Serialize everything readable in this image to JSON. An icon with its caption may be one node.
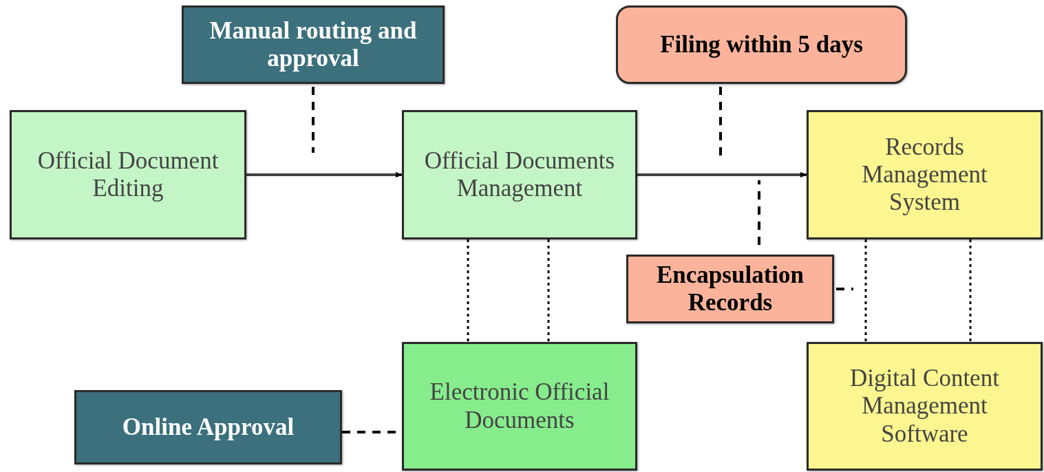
{
  "diagram": {
    "nodes": [
      {
        "text": [
          "Manual routing and approval"
        ]
      },
      {
        "text": [
          "Filing within 5 days"
        ]
      },
      {
        "text": [
          "Official Document Editing"
        ]
      },
      {
        "text": [
          "Official Documents Management"
        ]
      },
      {
        "text": [
          "Records Management System"
        ]
      },
      {
        "text": [
          "Encapsulation Records"
        ]
      },
      {
        "text": [
          "Electronic Official Documents"
        ]
      },
      {
        "text": [
          "Online Approval"
        ]
      },
      {
        "text": [
          "Digital Content Management Software"
        ]
      }
    ],
    "edges": [
      {
        "from": 2,
        "to": 3,
        "arrow": "to"
      },
      {
        "from": 3,
        "to": 4,
        "arrow": "to"
      },
      {
        "from": 0,
        "to": null,
        "arrow": "none",
        "style": "dashed"
      },
      {
        "from": 1,
        "to": null,
        "arrow": "none",
        "style": "dashed"
      },
      {
        "from": 5,
        "to": null,
        "arrow": "none",
        "style": "dashed"
      },
      {
        "from": 5,
        "to": null,
        "arrow": "none",
        "style": "dashed"
      },
      {
        "from": 3,
        "to": 6,
        "arrow": "none",
        "style": "dashed"
      },
      {
        "from": 3,
        "to": 6,
        "arrow": "none",
        "style": "dashed"
      },
      {
        "from": 4,
        "to": 8,
        "arrow": "none",
        "style": "dashed"
      },
      {
        "from": 4,
        "to": 8,
        "arrow": "none",
        "style": "dashed"
      },
      {
        "from": 7,
        "to": 6,
        "arrow": "none",
        "style": "dashed"
      }
    ]
  }
}
